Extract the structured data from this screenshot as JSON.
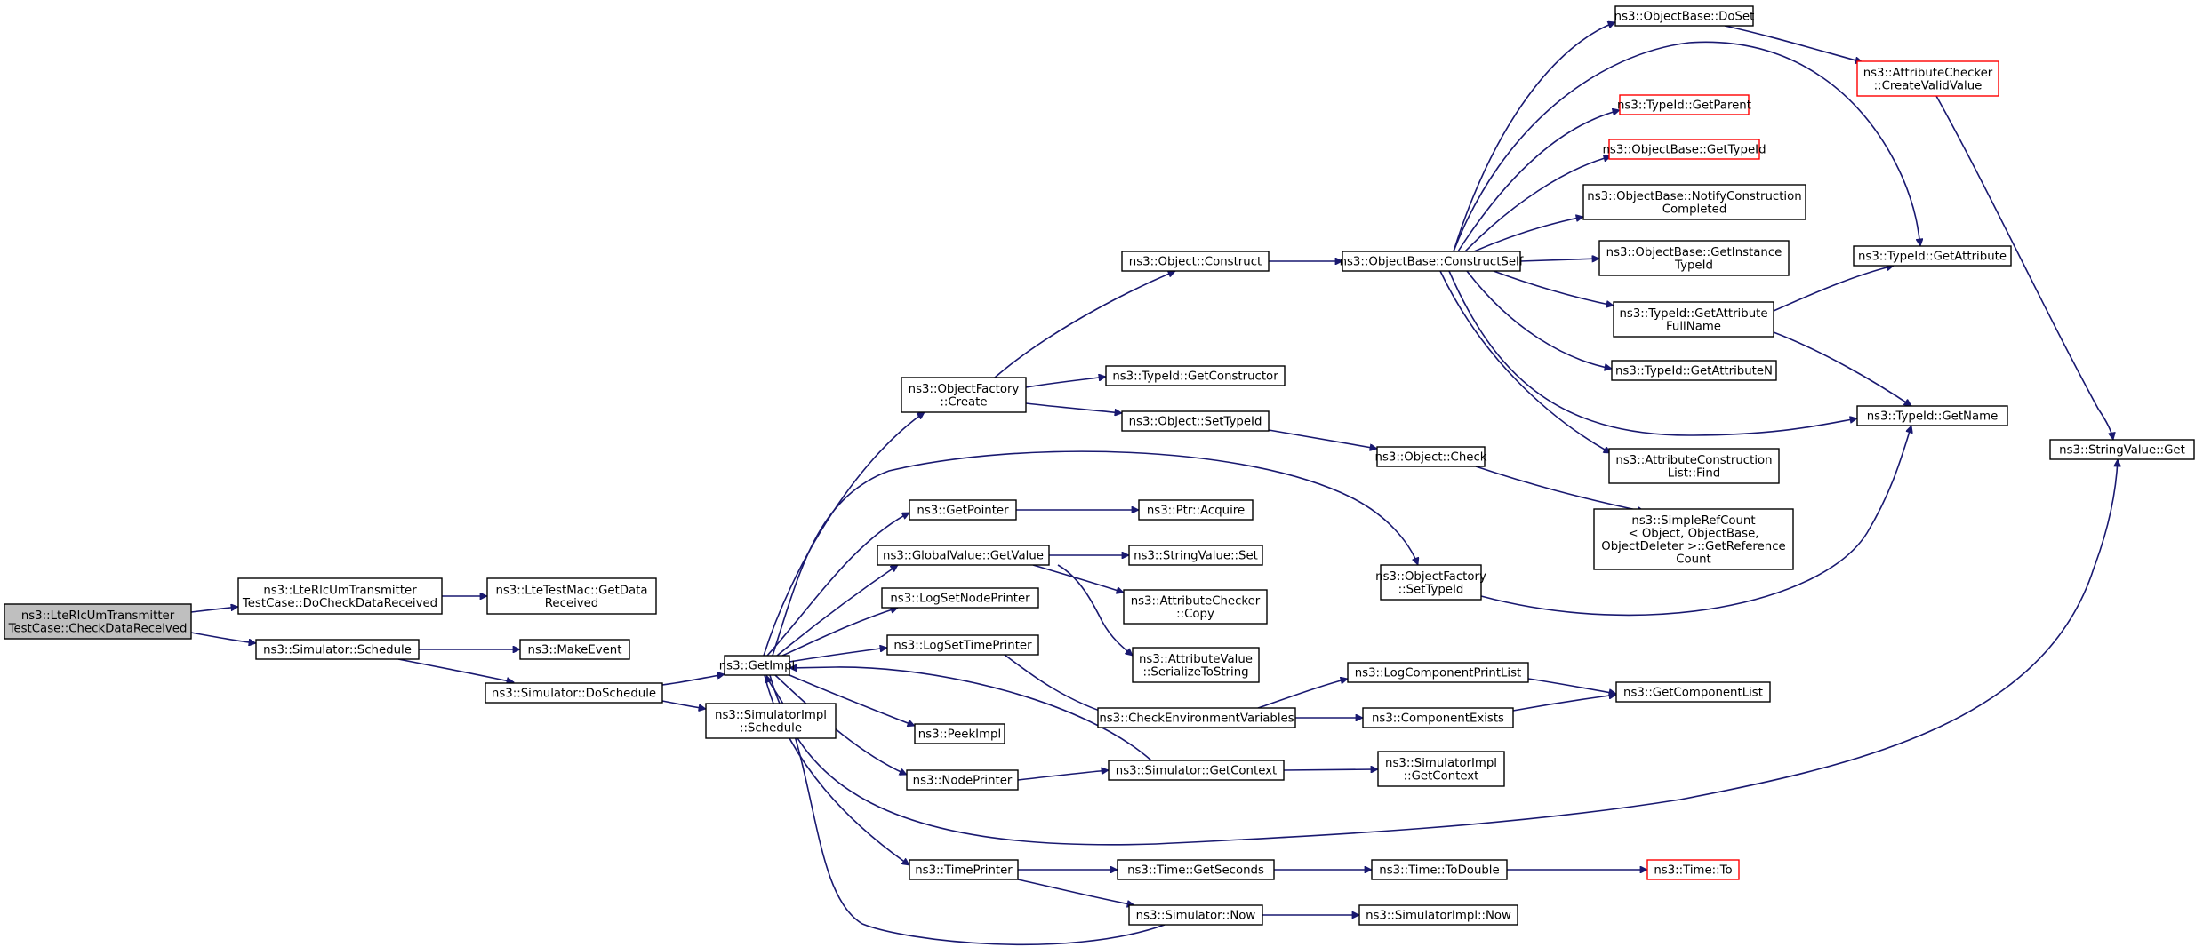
{
  "nodes": [
    {
      "id": "root",
      "lines": [
        "ns3::LteRlcUmTransmitter",
        "TestCase::CheckDataReceived"
      ],
      "root": true
    },
    {
      "id": "docheck",
      "lines": [
        "ns3::LteRlcUmTransmitter",
        "TestCase::DoCheckDataReceived"
      ]
    },
    {
      "id": "getdata",
      "lines": [
        "ns3::LteTestMac::GetData",
        "Received"
      ]
    },
    {
      "id": "schedule",
      "lines": [
        "ns3::Simulator::Schedule"
      ]
    },
    {
      "id": "makeevent",
      "lines": [
        "ns3::MakeEvent"
      ]
    },
    {
      "id": "doschedule",
      "lines": [
        "ns3::Simulator::DoSchedule"
      ]
    },
    {
      "id": "getimpl",
      "lines": [
        "ns3::GetImpl"
      ]
    },
    {
      "id": "simimplschedule",
      "lines": [
        "ns3::SimulatorImpl",
        "::Schedule"
      ]
    },
    {
      "id": "ofcreate",
      "lines": [
        "ns3::ObjectFactory",
        "::Create"
      ]
    },
    {
      "id": "getpointer",
      "lines": [
        "ns3::GetPointer"
      ]
    },
    {
      "id": "gvgetvalue",
      "lines": [
        "ns3::GlobalValue::GetValue"
      ]
    },
    {
      "id": "logsetnode",
      "lines": [
        "ns3::LogSetNodePrinter"
      ]
    },
    {
      "id": "logsettime",
      "lines": [
        "ns3::LogSetTimePrinter"
      ]
    },
    {
      "id": "peekimpl",
      "lines": [
        "ns3::PeekImpl"
      ]
    },
    {
      "id": "nodeprinter",
      "lines": [
        "ns3::NodePrinter"
      ]
    },
    {
      "id": "timeprinter",
      "lines": [
        "ns3::TimePrinter"
      ]
    },
    {
      "id": "objconstruct",
      "lines": [
        "ns3::Object::Construct"
      ]
    },
    {
      "id": "getconstructor",
      "lines": [
        "ns3::TypeId::GetConstructor"
      ]
    },
    {
      "id": "objsettypeid",
      "lines": [
        "ns3::Object::SetTypeId"
      ]
    },
    {
      "id": "ptracquire",
      "lines": [
        "ns3::Ptr::Acquire"
      ]
    },
    {
      "id": "svset",
      "lines": [
        "ns3::StringValue::Set"
      ]
    },
    {
      "id": "accopy",
      "lines": [
        "ns3::AttributeChecker",
        "::Copy"
      ]
    },
    {
      "id": "avserialize",
      "lines": [
        "ns3::AttributeValue",
        "::SerializeToString"
      ]
    },
    {
      "id": "checkenv",
      "lines": [
        "ns3::CheckEnvironmentVariables"
      ]
    },
    {
      "id": "simgetcontext",
      "lines": [
        "ns3::Simulator::GetContext"
      ]
    },
    {
      "id": "timegetseconds",
      "lines": [
        "ns3::Time::GetSeconds"
      ]
    },
    {
      "id": "simnow",
      "lines": [
        "ns3::Simulator::Now"
      ]
    },
    {
      "id": "constructself",
      "lines": [
        "ns3::ObjectBase::ConstructSelf"
      ]
    },
    {
      "id": "objcheck",
      "lines": [
        "ns3::Object::Check"
      ]
    },
    {
      "id": "ofsettypeid",
      "lines": [
        "ns3::ObjectFactory",
        "::SetTypeId"
      ]
    },
    {
      "id": "logcompprint",
      "lines": [
        "ns3::LogComponentPrintList"
      ]
    },
    {
      "id": "compexists",
      "lines": [
        "ns3::ComponentExists"
      ]
    },
    {
      "id": "simimplgetctx",
      "lines": [
        "ns3::SimulatorImpl",
        "::GetContext"
      ]
    },
    {
      "id": "timetodouble",
      "lines": [
        "ns3::Time::ToDouble"
      ]
    },
    {
      "id": "simimplnow",
      "lines": [
        "ns3::SimulatorImpl::Now"
      ]
    },
    {
      "id": "doset",
      "lines": [
        "ns3::ObjectBase::DoSet"
      ]
    },
    {
      "id": "getparent",
      "lines": [
        "ns3::TypeId::GetParent"
      ],
      "truncated": true
    },
    {
      "id": "obgettypeid",
      "lines": [
        "ns3::ObjectBase::GetTypeId"
      ],
      "truncated": true
    },
    {
      "id": "notifyconstruction",
      "lines": [
        "ns3::ObjectBase::NotifyConstruction",
        "Completed"
      ]
    },
    {
      "id": "getinstancetypeid",
      "lines": [
        "ns3::ObjectBase::GetInstance",
        "TypeId"
      ]
    },
    {
      "id": "getattrfullname",
      "lines": [
        "ns3::TypeId::GetAttribute",
        "FullName"
      ]
    },
    {
      "id": "getattrn",
      "lines": [
        "ns3::TypeId::GetAttributeN"
      ]
    },
    {
      "id": "acfind",
      "lines": [
        "ns3::AttributeConstruction",
        "List::Find"
      ]
    },
    {
      "id": "simplerefcount",
      "lines": [
        "ns3::SimpleRefCount",
        "< Object, ObjectBase,",
        "ObjectDeleter >::GetReference",
        "Count"
      ]
    },
    {
      "id": "getcomplist",
      "lines": [
        "ns3::GetComponentList"
      ]
    },
    {
      "id": "timeto",
      "lines": [
        "ns3::Time::To"
      ],
      "truncated": true
    },
    {
      "id": "createvalid",
      "lines": [
        "ns3::AttributeChecker",
        "::CreateValidValue"
      ],
      "truncated": true
    },
    {
      "id": "getattribute",
      "lines": [
        "ns3::TypeId::GetAttribute"
      ]
    },
    {
      "id": "getname",
      "lines": [
        "ns3::TypeId::GetName"
      ]
    },
    {
      "id": "svget",
      "lines": [
        "ns3::StringValue::Get"
      ]
    }
  ],
  "edges": [
    [
      "root",
      "docheck"
    ],
    [
      "root",
      "schedule"
    ],
    [
      "docheck",
      "getdata"
    ],
    [
      "schedule",
      "makeevent"
    ],
    [
      "schedule",
      "doschedule"
    ],
    [
      "doschedule",
      "getimpl"
    ],
    [
      "doschedule",
      "simimplschedule"
    ],
    [
      "getimpl",
      "ofcreate"
    ],
    [
      "getimpl",
      "ofsettypeid"
    ],
    [
      "getimpl",
      "getpointer"
    ],
    [
      "getimpl",
      "gvgetvalue"
    ],
    [
      "getimpl",
      "logsetnode"
    ],
    [
      "getimpl",
      "logsettime"
    ],
    [
      "getimpl",
      "peekimpl"
    ],
    [
      "getimpl",
      "nodeprinter"
    ],
    [
      "getimpl",
      "timeprinter"
    ],
    [
      "getimpl",
      "svget"
    ],
    [
      "ofcreate",
      "objconstruct"
    ],
    [
      "ofcreate",
      "getconstructor"
    ],
    [
      "ofcreate",
      "objsettypeid"
    ],
    [
      "objconstruct",
      "constructself"
    ],
    [
      "objsettypeid",
      "objcheck"
    ],
    [
      "getpointer",
      "ptracquire"
    ],
    [
      "gvgetvalue",
      "svset"
    ],
    [
      "gvgetvalue",
      "accopy"
    ],
    [
      "gvgetvalue",
      "avserialize"
    ],
    [
      "logsettime",
      "checkenv"
    ],
    [
      "checkenv",
      "logcompprint"
    ],
    [
      "checkenv",
      "compexists"
    ],
    [
      "logcompprint",
      "getcomplist"
    ],
    [
      "compexists",
      "getcomplist"
    ],
    [
      "nodeprinter",
      "simgetcontext"
    ],
    [
      "simgetcontext",
      "getimpl"
    ],
    [
      "simgetcontext",
      "simimplgetctx"
    ],
    [
      "timeprinter",
      "timegetseconds"
    ],
    [
      "timeprinter",
      "simnow"
    ],
    [
      "timegetseconds",
      "timetodouble"
    ],
    [
      "timetodouble",
      "timeto"
    ],
    [
      "simnow",
      "getimpl"
    ],
    [
      "simnow",
      "simimplnow"
    ],
    [
      "constructself",
      "doset"
    ],
    [
      "constructself",
      "getattribute"
    ],
    [
      "constructself",
      "getparent"
    ],
    [
      "constructself",
      "obgettypeid"
    ],
    [
      "constructself",
      "notifyconstruction"
    ],
    [
      "constructself",
      "getinstancetypeid"
    ],
    [
      "constructself",
      "getattrfullname"
    ],
    [
      "constructself",
      "getattrn"
    ],
    [
      "constructself",
      "getname"
    ],
    [
      "constructself",
      "acfind"
    ],
    [
      "doset",
      "createvalid"
    ],
    [
      "createvalid",
      "svget"
    ],
    [
      "getattrfullname",
      "getattribute"
    ],
    [
      "getattrfullname",
      "getname"
    ],
    [
      "objcheck",
      "simplerefcount"
    ],
    [
      "ofsettypeid",
      "getname"
    ]
  ]
}
